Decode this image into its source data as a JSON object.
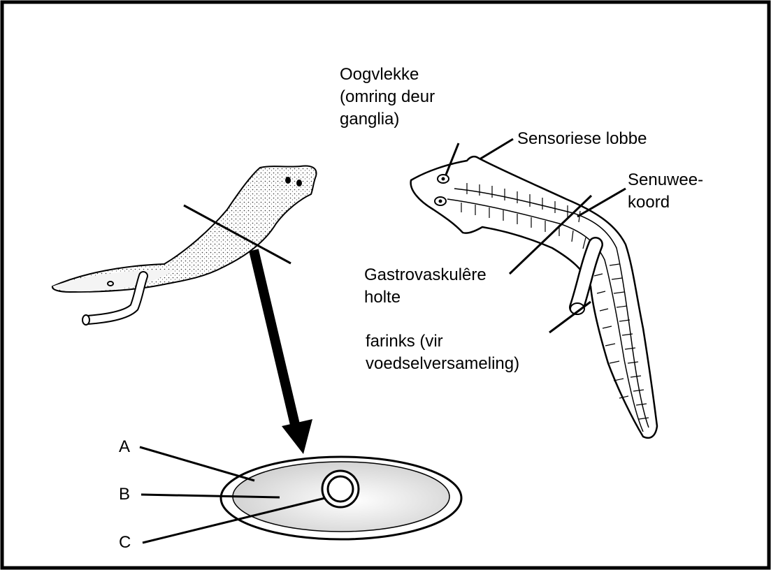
{
  "labels": {
    "eyespots": "Oogvlekke\n(omring deur\nganglia)",
    "sensory_lobe": "Sensoriese lobbe",
    "nerve_cord": "Senuwee-\nkoord",
    "gastrovascular": "Gastrovaskulêre\nholte",
    "pharynx": "farinks (vir\nvoedselversameling)"
  },
  "cross_section": {
    "letters": [
      "A",
      "B",
      "C"
    ]
  },
  "colors": {
    "line": "#000000",
    "section_fill": "#d9d9d9",
    "background": "#ffffff"
  }
}
